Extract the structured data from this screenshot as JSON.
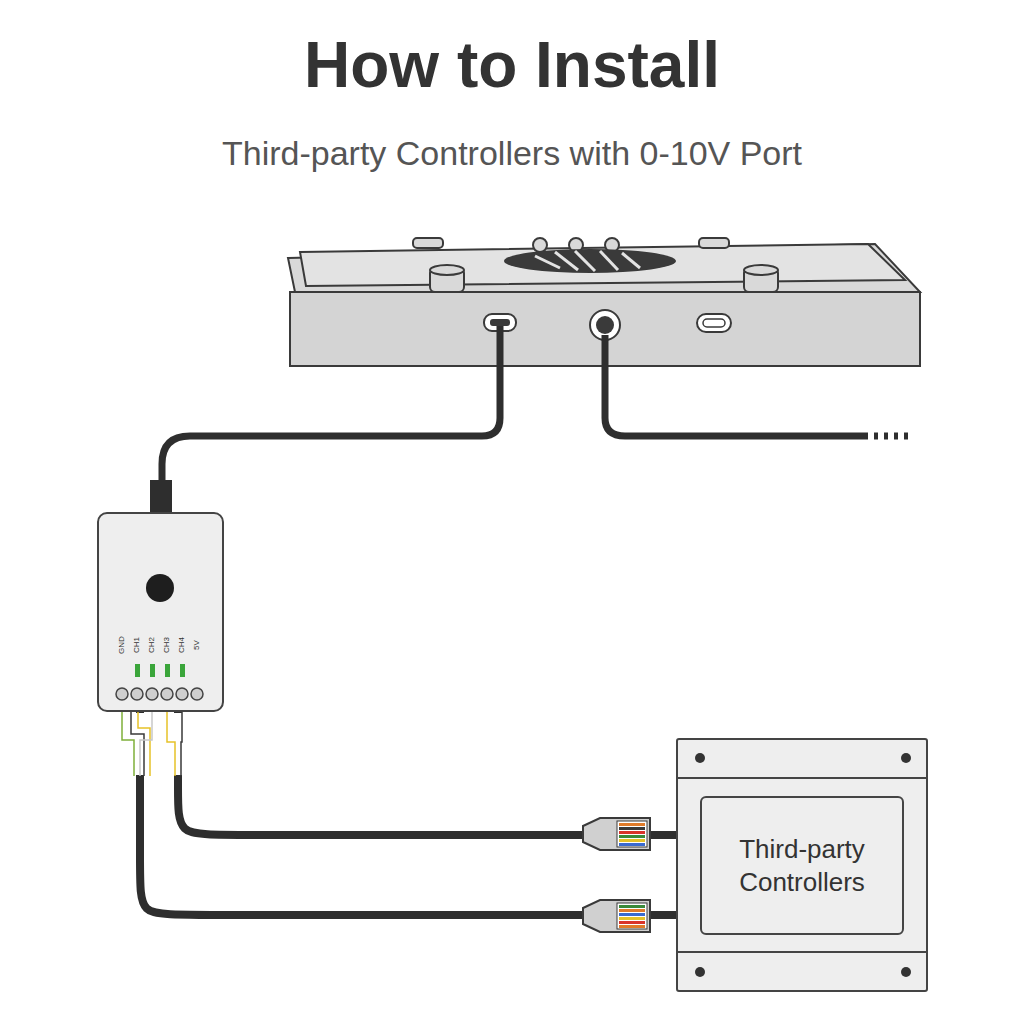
{
  "diagram": {
    "title": "How to Install",
    "caption": "Third-party Controllers with 0-10V Port",
    "nodes": [
      {
        "text": [
          "GND",
          "CH1",
          "CH2",
          "CH3",
          "CH4",
          "5V"
        ]
      },
      {
        "text": [
          "Third-party Controllers"
        ]
      }
    ],
    "edges": [
      {
        "from": 0,
        "to": 1,
        "arrow": "none"
      },
      {
        "from": 0,
        "to": 1,
        "arrow": "none"
      }
    ]
  }
}
